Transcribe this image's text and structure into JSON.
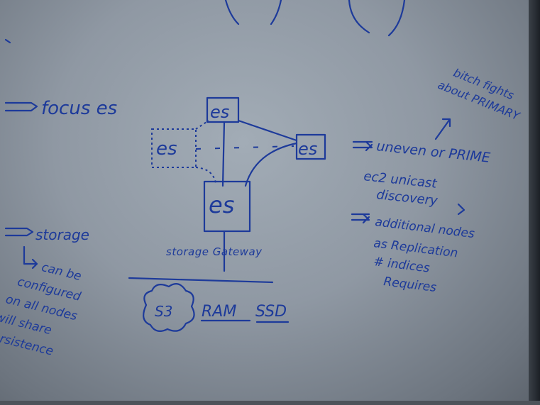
{
  "board": {
    "ink_color": "#1d3a9a",
    "surface_color": "#9aa3ad"
  },
  "left": {
    "focus": "focus es",
    "storage": "storage",
    "note_lines": [
      "can be",
      "configured",
      "on all nodes",
      "will share",
      "persistence"
    ]
  },
  "diagram": {
    "node_labels": [
      "es",
      "es",
      "es",
      "es"
    ],
    "gateway": "storage Gateway",
    "backends": [
      "S3",
      "RAM",
      "SSD"
    ]
  },
  "right": {
    "note_top": [
      "bitch fights",
      "about PRIMARY"
    ],
    "uneven": "uneven or PRIME",
    "ec2": [
      "ec2 unicast",
      "discovery"
    ],
    "additional": [
      "additional nodes",
      "as Replication",
      "# indices",
      "Requires"
    ]
  }
}
